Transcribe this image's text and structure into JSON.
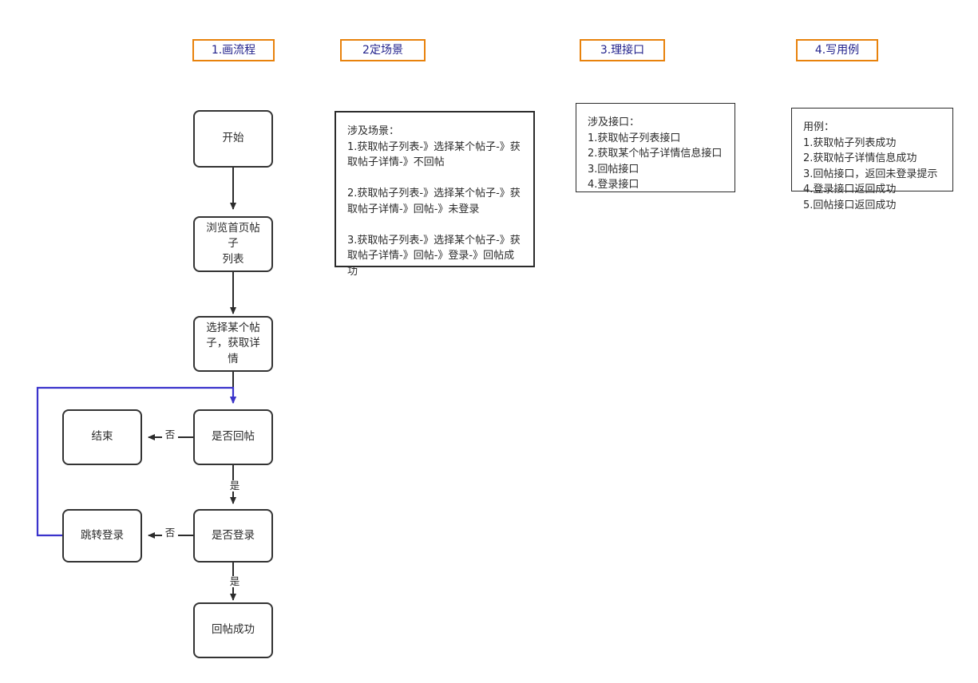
{
  "colors": {
    "chip_border": "#e8820c",
    "chip_text": "#22228c",
    "node_stroke": "#333333",
    "panel_stroke": "#2b2b2b",
    "loop_arrow": "#3a33cc",
    "background": "#ffffff"
  },
  "sections": [
    {
      "id": "draw-flow",
      "label": "1.画流程"
    },
    {
      "id": "define-scenes",
      "label": "2定场景"
    },
    {
      "id": "sort-apis",
      "label": "3.理接口"
    },
    {
      "id": "write-cases",
      "label": "4.写用例"
    }
  ],
  "flow": {
    "nodes": [
      {
        "id": "start",
        "label": "开始"
      },
      {
        "id": "browse-list",
        "label": "浏览首页帖子\n列表"
      },
      {
        "id": "select-post",
        "label": "选择某个帖\n子，获取详情"
      },
      {
        "id": "is-reply",
        "label": "是否回帖"
      },
      {
        "id": "end",
        "label": "结束"
      },
      {
        "id": "is-login",
        "label": "是否登录"
      },
      {
        "id": "goto-login",
        "label": "跳转登录"
      },
      {
        "id": "reply-success",
        "label": "回帖成功"
      }
    ],
    "edges": [
      {
        "from": "start",
        "to": "browse-list",
        "label": ""
      },
      {
        "from": "browse-list",
        "to": "select-post",
        "label": ""
      },
      {
        "from": "select-post",
        "to": "is-reply",
        "label": ""
      },
      {
        "from": "is-reply",
        "to": "end",
        "label": "否"
      },
      {
        "from": "is-reply",
        "to": "is-login",
        "label": "是"
      },
      {
        "from": "is-login",
        "to": "goto-login",
        "label": "否"
      },
      {
        "from": "is-login",
        "to": "reply-success",
        "label": "是"
      },
      {
        "from": "goto-login",
        "to": "is-reply",
        "label": ""
      }
    ]
  },
  "panels": {
    "scenes": {
      "title": "涉及场景：",
      "text": "涉及场景：\n1.获取帖子列表-》选择某个帖子-》获取帖子详情-》不回帖\n\n2.获取帖子列表-》选择某个帖子-》获取帖子详情-》回帖-》未登录\n\n3.获取帖子列表-》选择某个帖子-》获取帖子详情-》回帖-》登录-》回帖成功"
    },
    "apis": {
      "title": "涉及接口：",
      "text": "涉及接口：\n1.获取帖子列表接口\n2.获取某个帖子详情信息接口\n3.回帖接口\n4.登录接口"
    },
    "cases": {
      "title": "用例：",
      "text": "用例：\n1.获取帖子列表成功\n2.获取帖子详情信息成功\n3.回帖接口，返回未登录提示\n4.登录接口返回成功\n5.回帖接口返回成功"
    }
  }
}
